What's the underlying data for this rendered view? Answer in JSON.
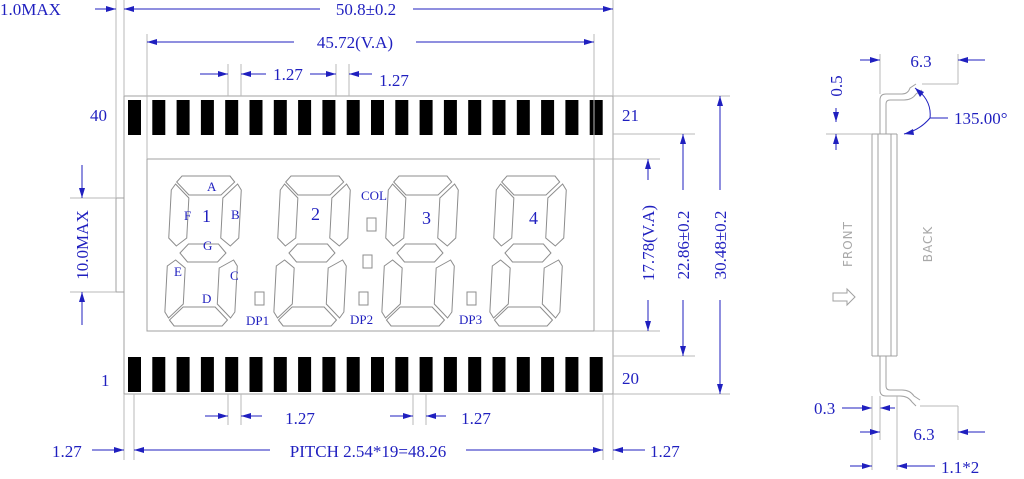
{
  "diagram": {
    "front_view": {
      "overall_width": "50.8±0.2",
      "viewing_width": "45.72(V.A)",
      "pin_pitch_top_left": "1.27",
      "pin_pitch_top_right": "1.27",
      "pin_pitch_bottom_left": "1.27",
      "pin_pitch_bottom_right": "1.27",
      "edge_left": "1.27",
      "edge_right": "1.27",
      "pitch_total": "PITCH 2.54*19=48.26",
      "left_thickness": "1.0MAX",
      "left_height": "10.0MAX",
      "va_height": "17.78(V.A)",
      "glass_height": "22.86±0.2",
      "overall_height": "30.48±0.2",
      "pin_40": "40",
      "pin_21": "21",
      "pin_1": "1",
      "pin_20": "20",
      "segments": {
        "a": "A",
        "b": "B",
        "c": "C",
        "d": "D",
        "e": "E",
        "f": "F",
        "g": "G"
      },
      "digits": [
        "1",
        "2",
        "3",
        "4"
      ],
      "colon_label": "COL",
      "dp_labels": [
        "DP1",
        "DP2",
        "DP3"
      ],
      "pin_count_per_row": 20
    },
    "side_view": {
      "top_lead": "6.3",
      "top_offset": "0.5",
      "angle": "135.00°",
      "front_label": "FRONT",
      "back_label": "BACK",
      "bottom_offset": "0.3",
      "bottom_lead": "6.3",
      "bottom_width": "1.1*2"
    }
  },
  "colors": {
    "dimension": "#1f1fbf",
    "pins": "#000000",
    "outline": "#a0a0a0"
  }
}
